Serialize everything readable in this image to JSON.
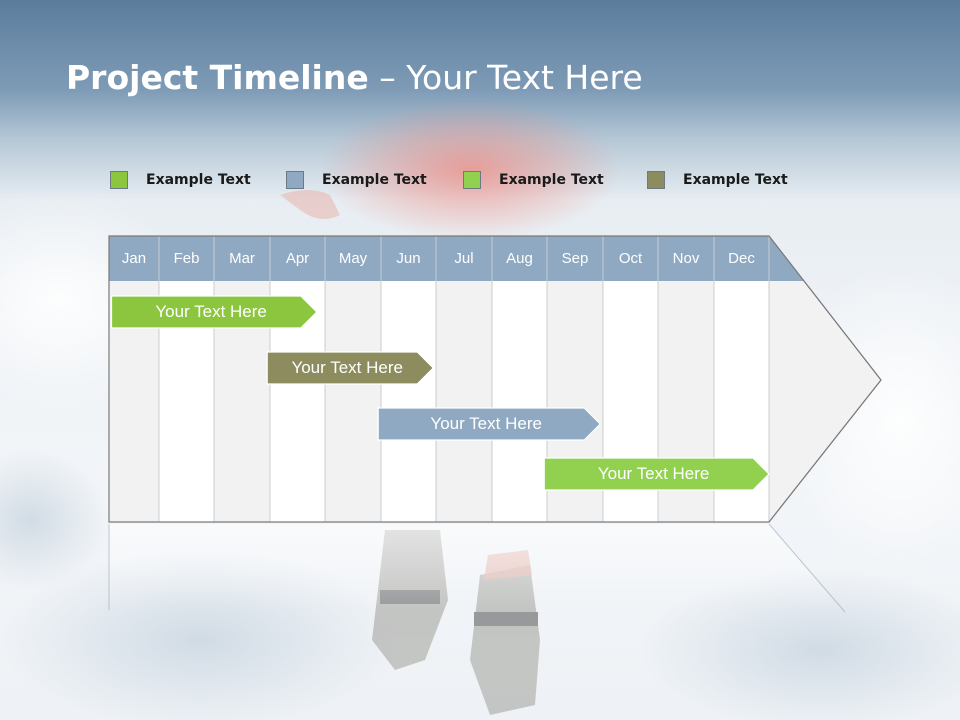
{
  "title": {
    "bold": "Project Timeline",
    "rest": " – Your Text Here"
  },
  "legend": [
    {
      "label": "Example Text",
      "color": "#8cc63f"
    },
    {
      "label": "Example Text",
      "color": "#8fa9c2"
    },
    {
      "label": "Example Text",
      "color": "#92d050"
    },
    {
      "label": "Example Text",
      "color": "#8c8c5e"
    }
  ],
  "months": [
    "Jan",
    "Feb",
    "Mar",
    "Apr",
    "May",
    "Jun",
    "Jul",
    "Aug",
    "Sep",
    "Oct",
    "Nov",
    "Dec"
  ],
  "tasks": [
    {
      "label": "Your  Text Here",
      "color": "#8cc63f",
      "start_month": 0.05,
      "end_month": 3.85
    },
    {
      "label": "Your  Text Here",
      "color": "#8c8c5e",
      "start_month": 2.95,
      "end_month": 5.95
    },
    {
      "label": "Your  Text Here",
      "color": "#8fa9c2",
      "start_month": 4.95,
      "end_month": 8.95
    },
    {
      "label": "Your  Text Here",
      "color": "#92d050",
      "start_month": 7.95,
      "end_month": 12.0
    }
  ],
  "colors": {
    "header": "#8fa9c2",
    "col_light": "#f2f2f2",
    "col_white": "#ffffff",
    "border": "#7a7a7a"
  }
}
